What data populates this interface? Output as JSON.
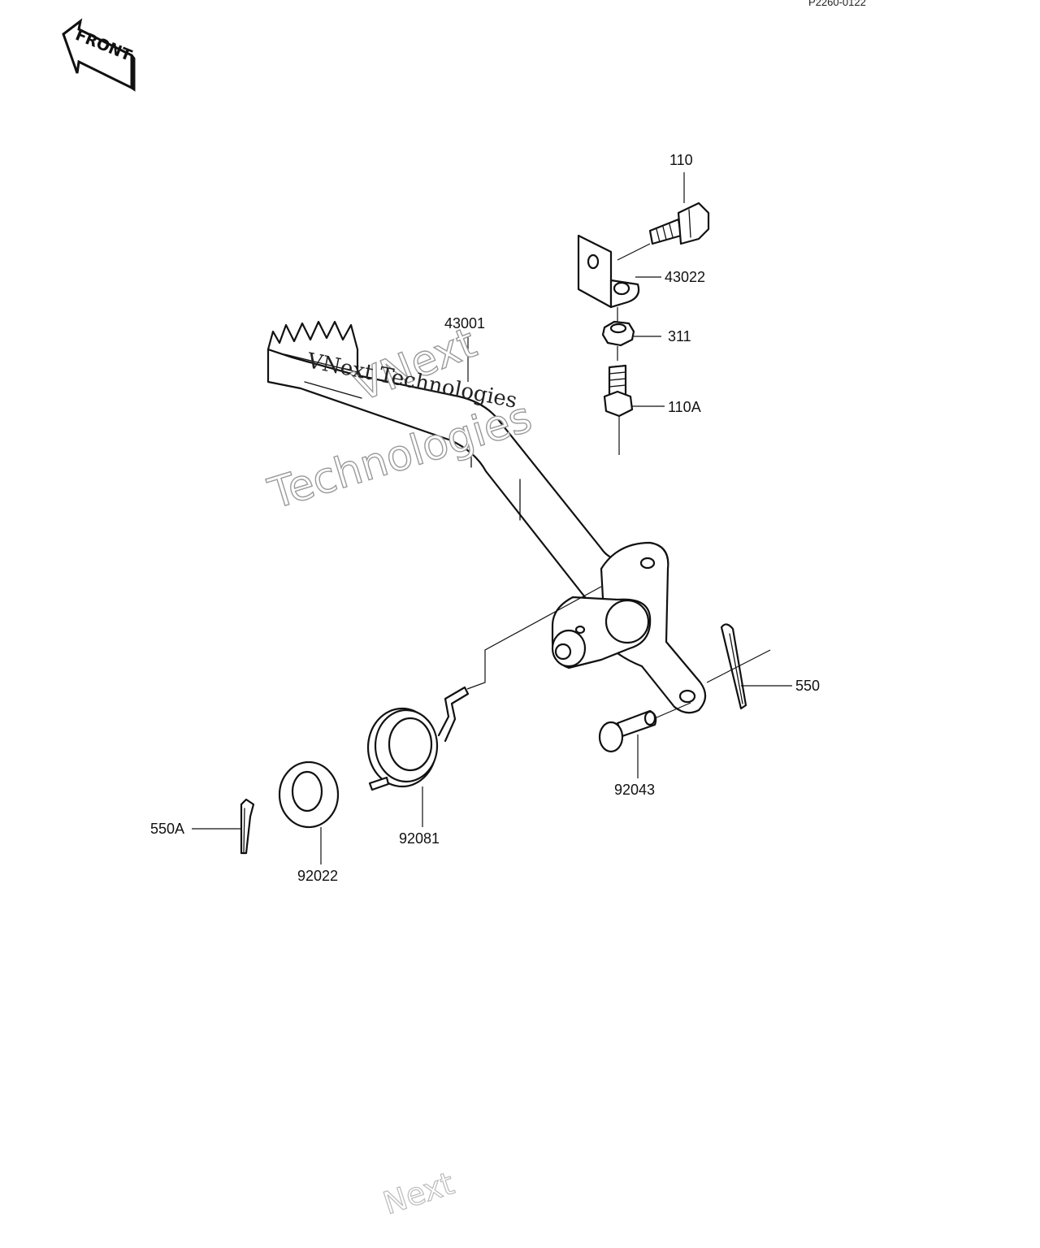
{
  "drawing_code": "P2260-0122",
  "front_arrow_label": "FRONT",
  "watermarks": {
    "outline_top": "VNext",
    "outline_mid": "Technologies",
    "serif": "VNext Technologies",
    "bottom": "Next"
  },
  "callouts": {
    "p110": "110",
    "p43022": "43022",
    "p311": "311",
    "p110A": "110A",
    "p43001": "43001",
    "p550": "550",
    "p92043": "92043",
    "p550A": "550A",
    "p92022": "92022",
    "p92081": "92081"
  }
}
